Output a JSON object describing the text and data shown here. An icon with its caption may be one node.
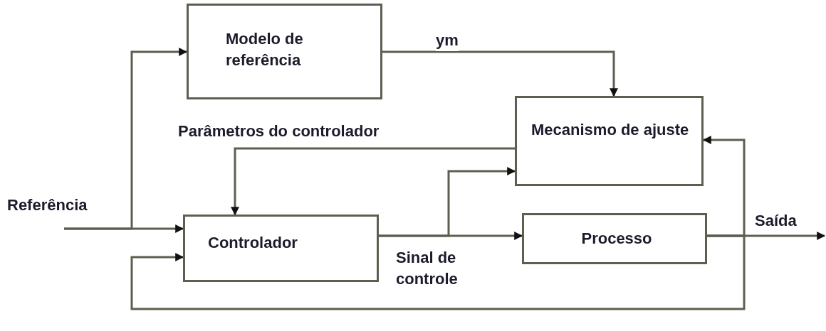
{
  "diagram": {
    "nodes": [
      {
        "text": [
          "Modelo de referência"
        ]
      },
      {
        "text": [
          "Mecanismo de ajuste"
        ]
      },
      {
        "text": [
          "Controlador"
        ]
      },
      {
        "text": [
          "Processo"
        ]
      }
    ],
    "edges": [
      {
        "from": null,
        "to": 0,
        "arrow": "to"
      },
      {
        "from": null,
        "to": 2,
        "arrow": "to"
      },
      {
        "from": 0,
        "to": 1,
        "arrow": "to",
        "label": "ym"
      },
      {
        "from": 1,
        "to": 2,
        "arrow": "to",
        "label": "Parâmetros do controlador"
      },
      {
        "from": 2,
        "to": 3,
        "arrow": "to",
        "label": "Sinal de controle"
      },
      {
        "from": 2,
        "to": 1,
        "arrow": "to"
      },
      {
        "from": 3,
        "to": null,
        "arrow": "to",
        "label": "Saída"
      },
      {
        "from": 3,
        "to": 1,
        "arrow": "to"
      },
      {
        "from": 3,
        "to": 2,
        "arrow": "to"
      }
    ],
    "labels": [
      "Referência"
    ]
  }
}
